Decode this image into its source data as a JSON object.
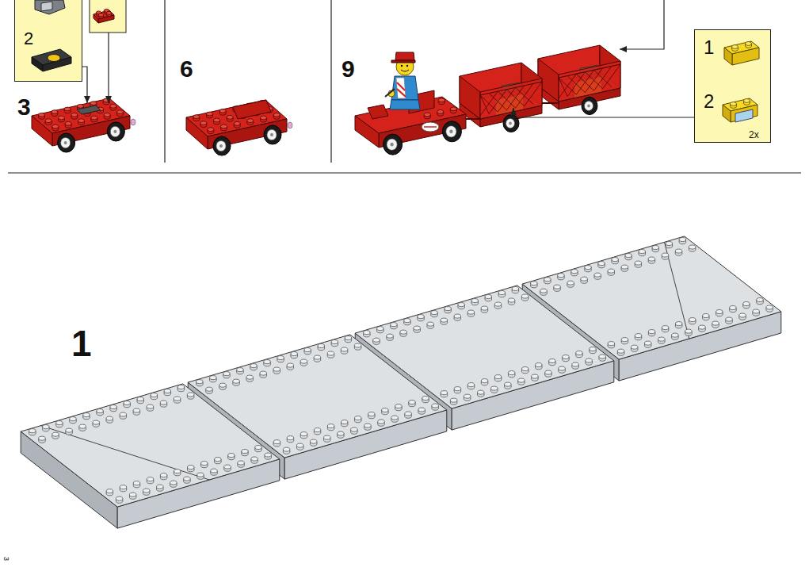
{
  "diagram": {
    "nodes": [
      {
        "text": [
          "2"
        ]
      },
      {
        "text": [
          "1",
          "2",
          "2x"
        ]
      }
    ],
    "labels": [
      "3",
      "6",
      "9",
      "1",
      "3"
    ]
  }
}
